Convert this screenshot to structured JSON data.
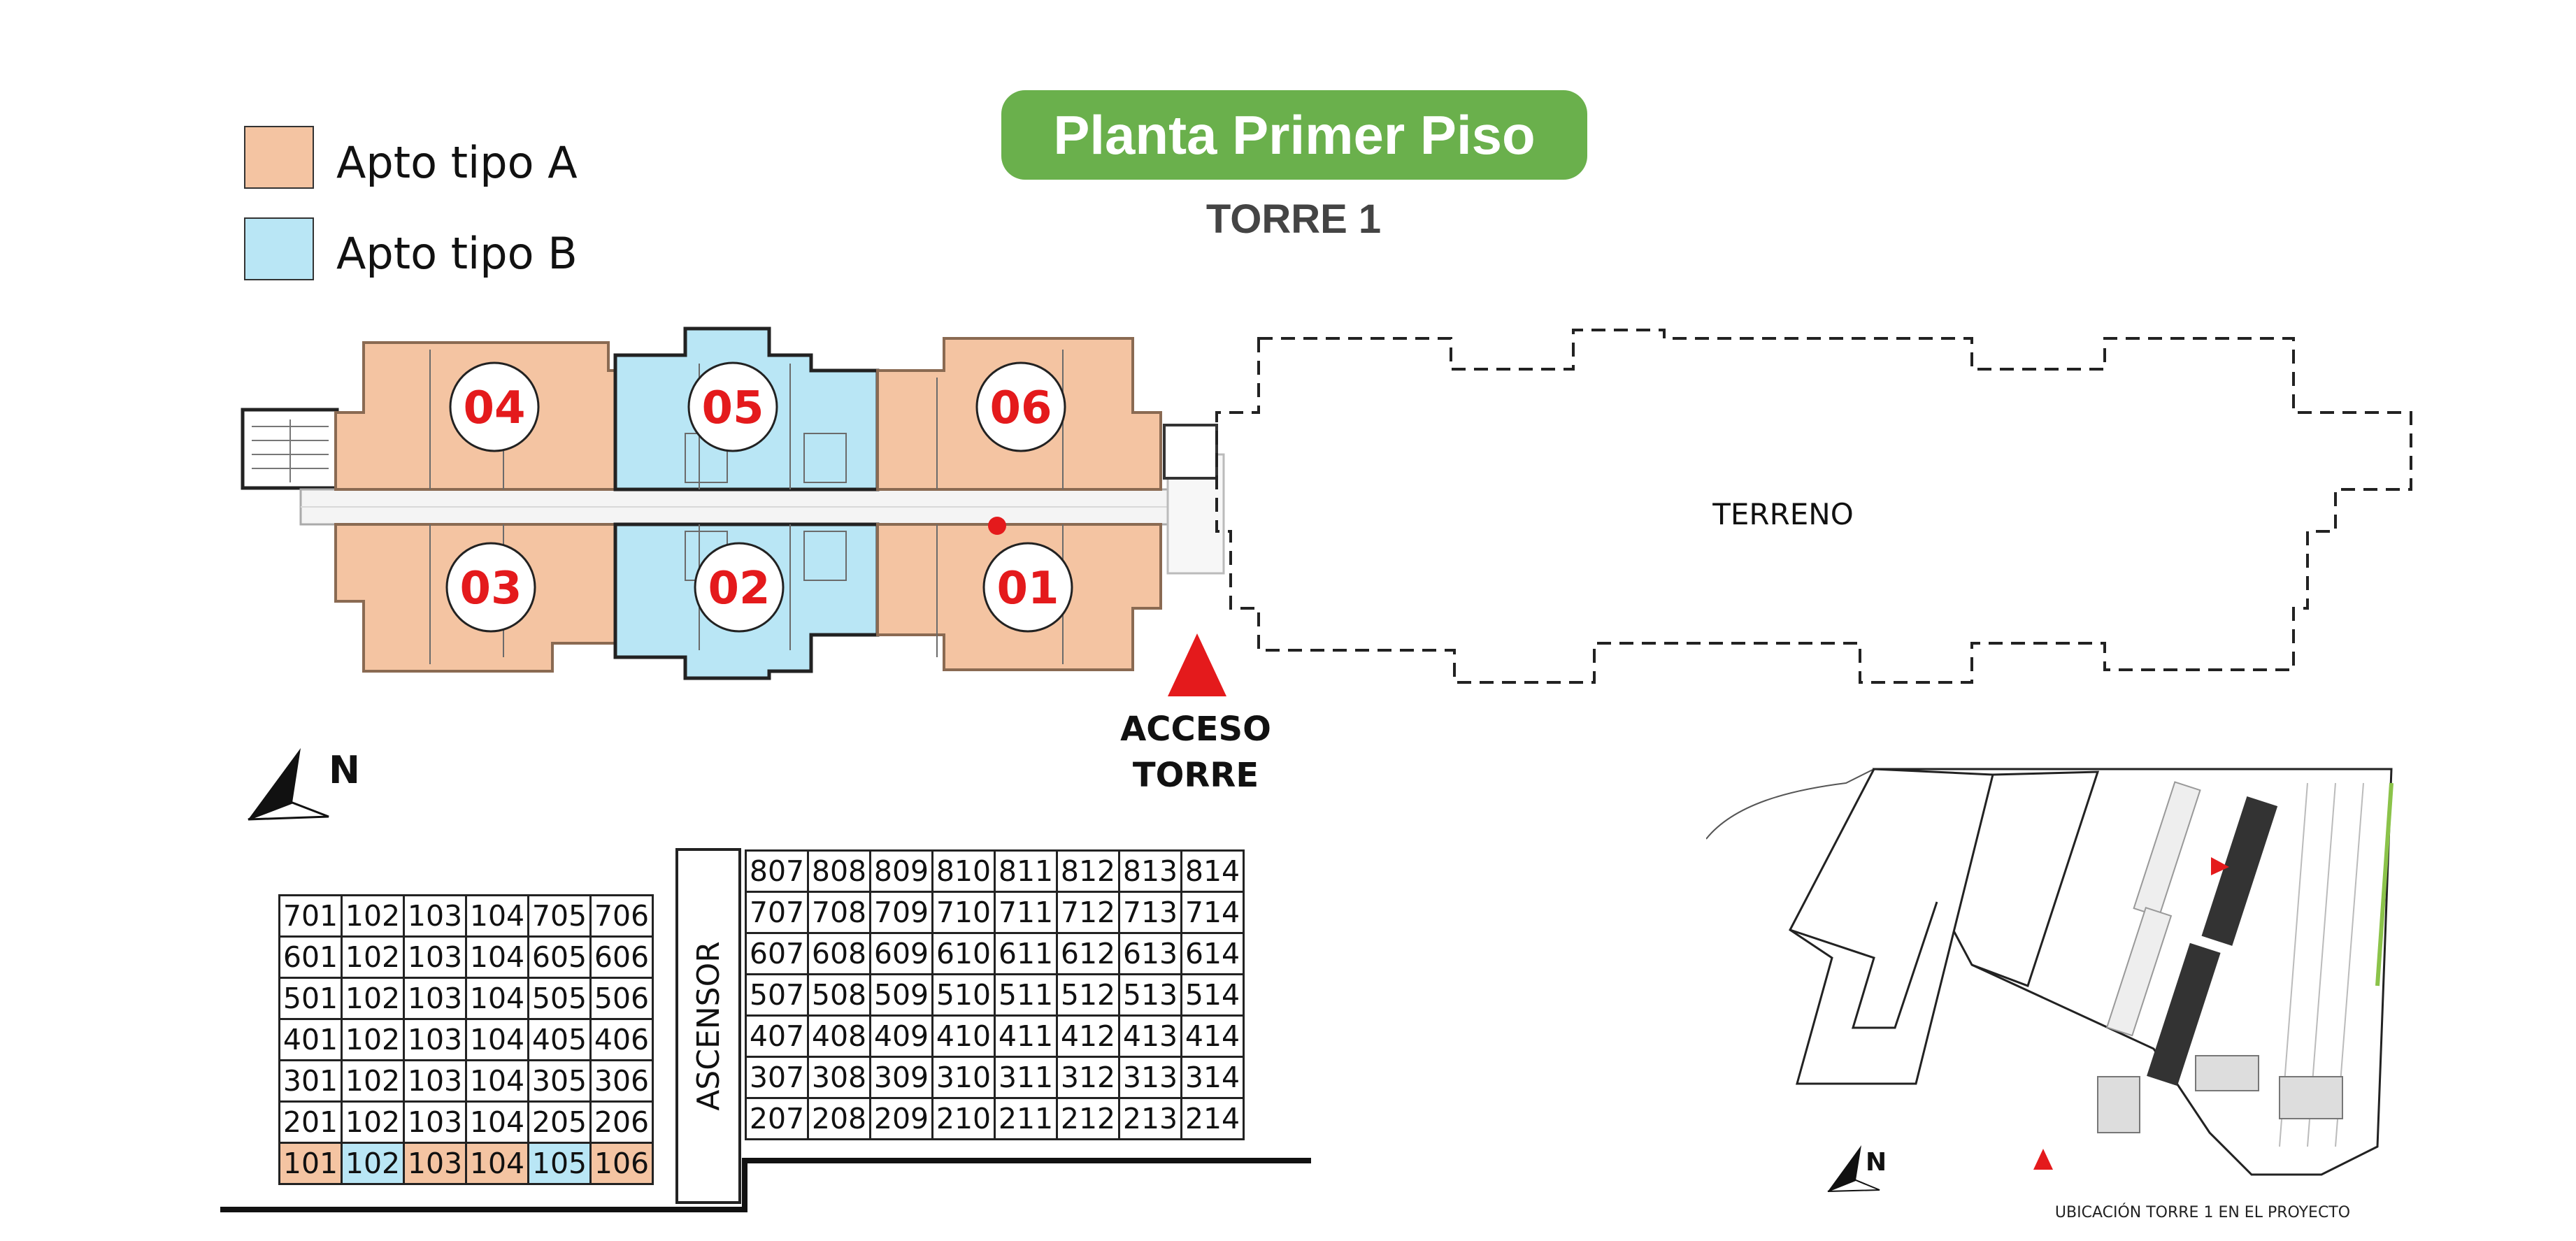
{
  "legend": [
    {
      "label": "Apto tipo A",
      "color": "#f4c4a2"
    },
    {
      "label": "Apto tipo B",
      "color": "#b9e6f5"
    }
  ],
  "title": "Planta Primer Piso",
  "subtitle": "TORRE 1",
  "units": [
    "04",
    "05",
    "06",
    "03",
    "02",
    "01"
  ],
  "terreno_label": "TERRENO",
  "access_label": [
    "ACCESO",
    "TORRE"
  ],
  "north_label": "N",
  "ascensor_label": "ASCENSOR",
  "site_caption": "UBICACIÓN TORRE 1 EN EL PROYECTO",
  "colors": {
    "type_a": "#f4c4a2",
    "type_b": "#b9e6f5",
    "accent_red": "#e41a1c",
    "title_green": "#6ab04c"
  },
  "table_left": [
    [
      "701",
      "102",
      "103",
      "104",
      "705",
      "706"
    ],
    [
      "601",
      "102",
      "103",
      "104",
      "605",
      "606"
    ],
    [
      "501",
      "102",
      "103",
      "104",
      "505",
      "506"
    ],
    [
      "401",
      "102",
      "103",
      "104",
      "405",
      "406"
    ],
    [
      "301",
      "102",
      "103",
      "104",
      "305",
      "306"
    ],
    [
      "201",
      "102",
      "103",
      "104",
      "205",
      "206"
    ],
    [
      "101",
      "102",
      "103",
      "104",
      "105",
      "106"
    ]
  ],
  "table_left_first_floor_types": [
    "A",
    "B",
    "A",
    "A",
    "B",
    "A"
  ],
  "table_right": [
    [
      "807",
      "808",
      "809",
      "810",
      "811",
      "812",
      "813",
      "814"
    ],
    [
      "707",
      "708",
      "709",
      "710",
      "711",
      "712",
      "713",
      "714"
    ],
    [
      "607",
      "608",
      "609",
      "610",
      "611",
      "612",
      "613",
      "614"
    ],
    [
      "507",
      "508",
      "509",
      "510",
      "511",
      "512",
      "513",
      "514"
    ],
    [
      "407",
      "408",
      "409",
      "410",
      "411",
      "412",
      "413",
      "414"
    ],
    [
      "307",
      "308",
      "309",
      "310",
      "311",
      "312",
      "313",
      "314"
    ],
    [
      "207",
      "208",
      "209",
      "210",
      "211",
      "212",
      "213",
      "214"
    ]
  ]
}
